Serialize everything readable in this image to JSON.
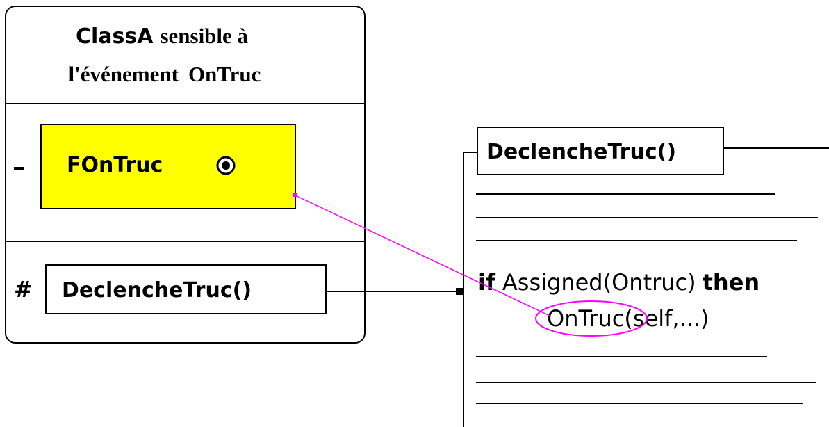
{
  "class_box": {
    "name": "ClassA",
    "title_rest": "sensible à",
    "title_line2": "l'événement",
    "event_name": "OnTruc",
    "private_marker": "–",
    "field_name": "FOnTruc",
    "protected_marker": "#",
    "method_name": "DeclencheTruc()"
  },
  "code_panel": {
    "method_header": "DeclencheTruc()",
    "if_keyword": "if",
    "condition": "Assigned(Ontruc)",
    "then_keyword": "then",
    "call_name": "OnTruc",
    "call_args": "(self,...)"
  },
  "colors": {
    "field_fill": "#ffff00",
    "link": "#ff00ff",
    "outline": "#000000"
  }
}
